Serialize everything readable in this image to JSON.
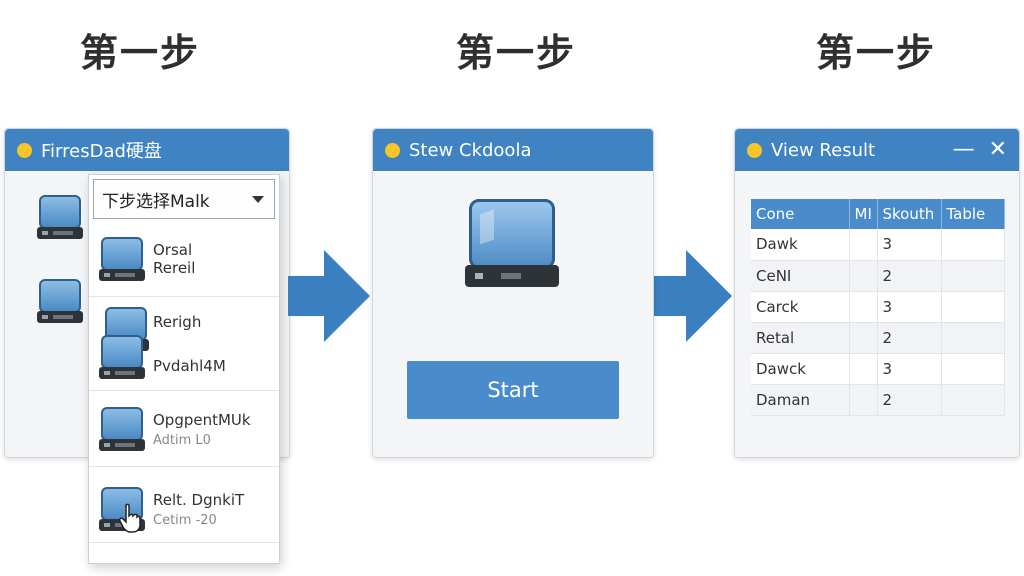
{
  "steps": [
    "第一步",
    "第一步",
    "第一步"
  ],
  "window1": {
    "title": "FirresDad硬盘",
    "dropdown": {
      "selected": "下步选择Malk",
      "items": [
        {
          "line1": "Orsal",
          "line2": "Rereil"
        },
        {
          "line1": "Rerigh",
          "line2": "Pvdahl4M"
        },
        {
          "line1": "OpgpentMUk",
          "line2": "Adtim L0"
        },
        {
          "line1": "Relt. DgnkiT",
          "line2": "Cetim -20"
        }
      ]
    }
  },
  "window2": {
    "title": "Stew Ckdoola",
    "start_label": "Start"
  },
  "window3": {
    "title": "View Result",
    "minimize": "—",
    "close": "✕",
    "columns": [
      "Cone",
      "MI",
      "Skouth",
      "Table"
    ],
    "rows": [
      [
        "Dawk",
        "",
        "3",
        ""
      ],
      [
        "CeNI",
        "",
        "2",
        ""
      ],
      [
        "Carck",
        "",
        "3",
        ""
      ],
      [
        "Retal",
        "",
        "2",
        ""
      ],
      [
        "Dawck",
        "",
        "3",
        ""
      ],
      [
        "Daman",
        "",
        "2",
        ""
      ]
    ]
  },
  "colors": {
    "header": "#3f83c2",
    "accent": "#4a8ccb",
    "dot": "#f5c52a"
  }
}
